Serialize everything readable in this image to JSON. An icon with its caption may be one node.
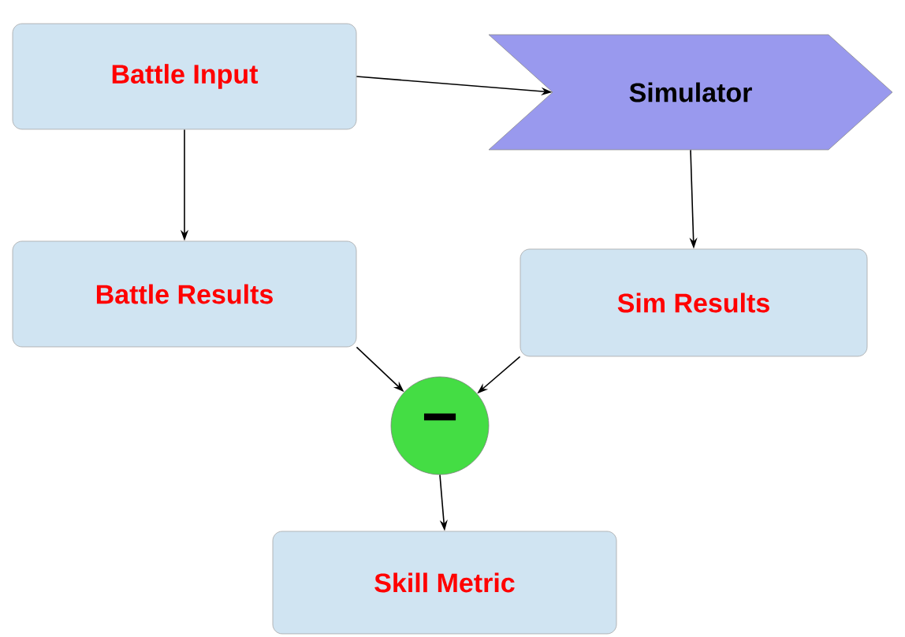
{
  "diagram": {
    "nodes": [
      {
        "text": [
          "Battle Input"
        ]
      },
      {
        "text": [
          "Simulator"
        ]
      },
      {
        "text": [
          "Battle Results"
        ]
      },
      {
        "text": [
          "Sim Results"
        ]
      },
      {
        "text": [
          "−"
        ]
      },
      {
        "text": [
          "Skill Metric"
        ]
      }
    ],
    "edges": [
      {
        "from": 0,
        "to": 1,
        "arrow": "to"
      },
      {
        "from": 0,
        "to": 2,
        "arrow": "to"
      },
      {
        "from": 1,
        "to": 3,
        "arrow": "to"
      },
      {
        "from": 2,
        "to": 4,
        "arrow": "to"
      },
      {
        "from": 3,
        "to": 4,
        "arrow": "to"
      },
      {
        "from": 4,
        "to": 5,
        "arrow": "to"
      }
    ]
  }
}
